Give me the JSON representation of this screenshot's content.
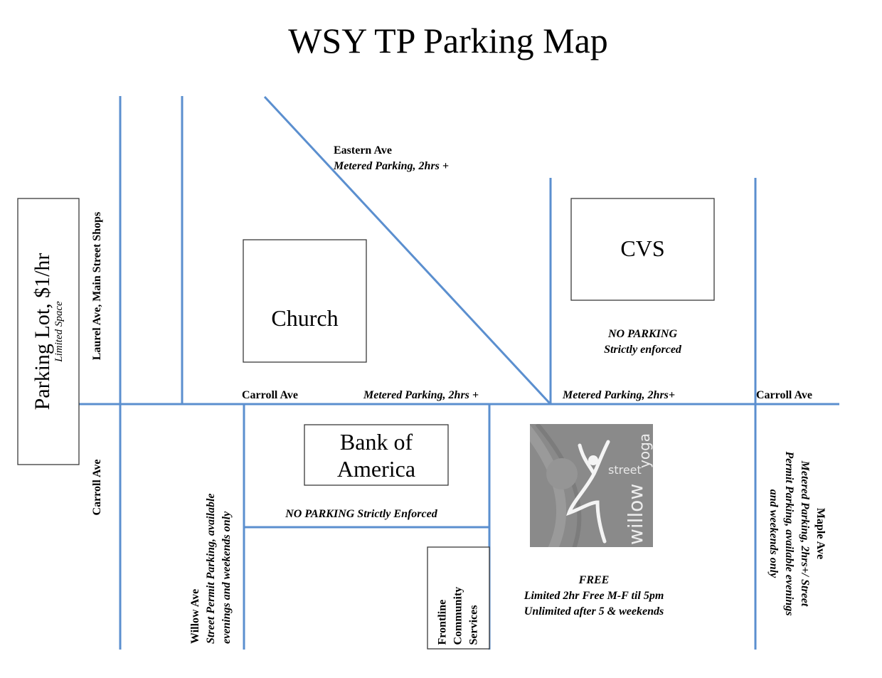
{
  "title": "WSY  TP Parking Map",
  "colors": {
    "road": "#5b8fcf",
    "building_border": "#3a3a3a",
    "logo_bg": "#8a8a8a"
  },
  "parking_lot": {
    "label": "Parking Lot, $1/hr",
    "note": "Limited Space"
  },
  "streets": {
    "laurel": "Laurel Ave, Main Street Shops",
    "carroll_left_vertical": "Carroll Ave",
    "willow": {
      "name": "Willow Ave",
      "note_line1": "Street Permit Parking, available",
      "note_line2": "evenings and weekends only"
    },
    "eastern": {
      "name": "Eastern Ave",
      "note": "Metered Parking, 2hrs +"
    },
    "carroll_mid": "Carroll Ave",
    "carroll_metered_1": "Metered Parking, 2hrs +",
    "carroll_metered_2": "Metered Parking, 2hrs+",
    "carroll_right": "Carroll Ave",
    "maple": {
      "name": "Maple Ave",
      "line1": "Metered Parking, 2hrs+/ Street",
      "line2": "Permit Parking, available evenings",
      "line3": "and weekends only"
    }
  },
  "buildings": {
    "church": "Church",
    "cvs": "CVS",
    "boa_line1": "Bank of",
    "boa_line2": "America",
    "frontline_line1": "Frontline",
    "frontline_line2": "Community",
    "frontline_line3": "Services"
  },
  "notes": {
    "cvs_no_parking_1": "NO PARKING",
    "cvs_no_parking_2": "Strictly enforced",
    "boa_no_parking": "NO PARKING Strictly Enforced",
    "free_1": "FREE",
    "free_2": "Limited 2hr Free M-F til 5pm",
    "free_3": "Unlimited after 5 & weekends"
  },
  "logo": {
    "word1": "willow",
    "word2": "street",
    "word3": "yoga"
  }
}
